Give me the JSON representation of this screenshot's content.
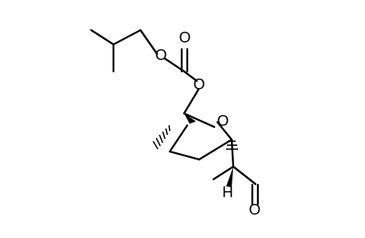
{
  "atoms": {
    "o_carbonyl": "O",
    "o_ester_left": "O",
    "o_ester_right": "O",
    "o_ring": "O",
    "h_stereo": "H",
    "o_aldehyde": "O"
  }
}
